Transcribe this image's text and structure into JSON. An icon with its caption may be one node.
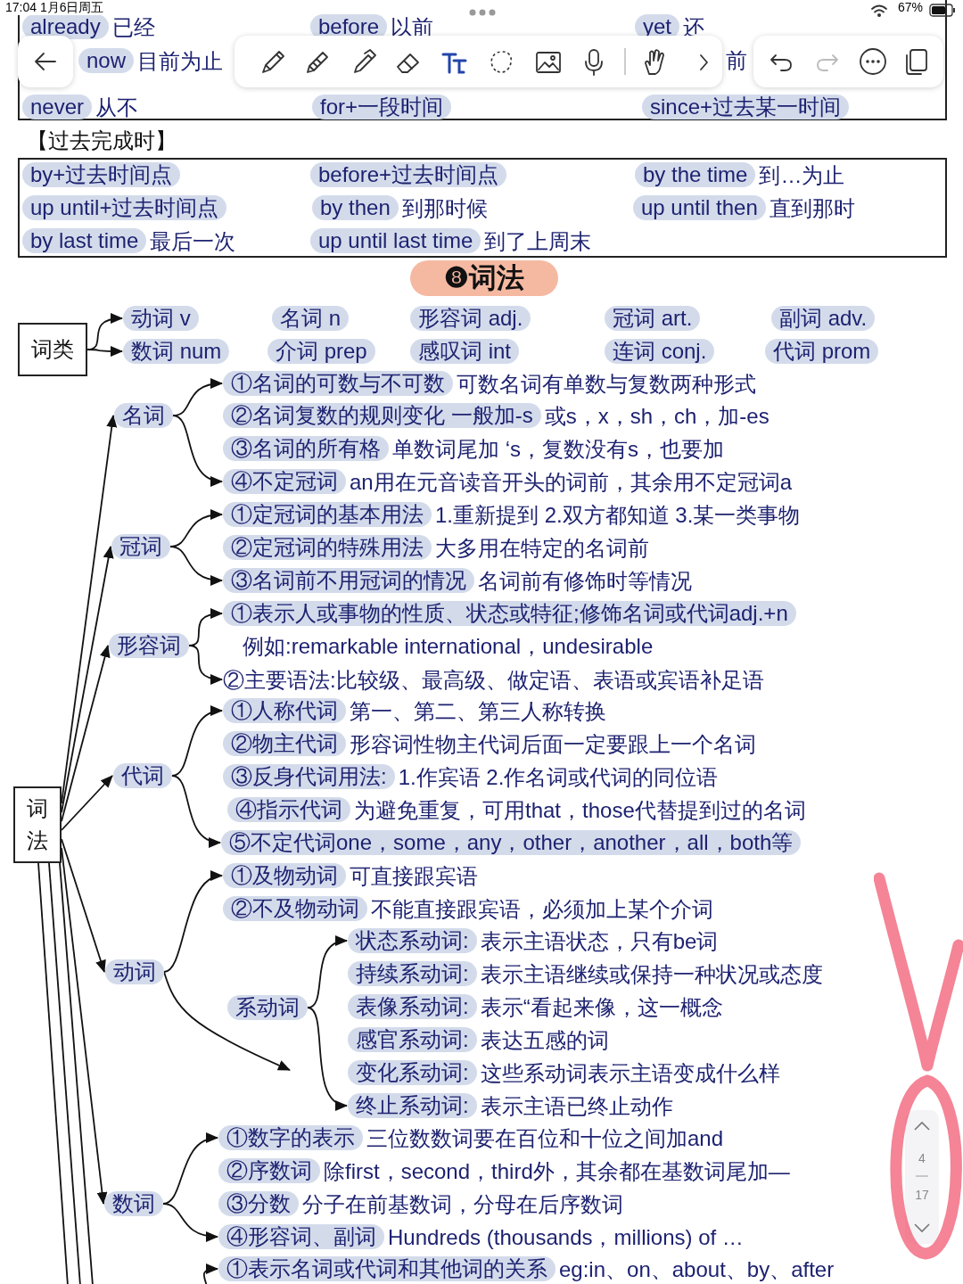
{
  "diagram": {
    "title": "❽词法",
    "nodes": [
      {
        "text": [],
        "shape": "box"
      },
      {
        "text": [
          "already"
        ],
        "beside": [
          "已经"
        ],
        "in": 0
      },
      {
        "text": [
          "before"
        ],
        "beside": [
          "以前"
        ],
        "in": 0
      },
      {
        "text": [
          "yet"
        ],
        "beside": [
          "还"
        ],
        "in": 0
      },
      {
        "text": [
          "now"
        ],
        "beside": [
          "目前为止"
        ],
        "in": 0
      },
      {
        "text": [
          "never"
        ],
        "beside": [
          "从不"
        ],
        "in": 0
      },
      {
        "text": [
          "for+一段时间"
        ],
        "in": 0
      },
      {
        "text": [
          "since+过去某一时间"
        ],
        "in": 0
      },
      {
        "text": [],
        "shape": "box"
      },
      {
        "text": [
          "by+过去时间点"
        ],
        "in": 8
      },
      {
        "text": [
          "before+过去时间点"
        ],
        "in": 8
      },
      {
        "text": [
          "by the time"
        ],
        "beside": [
          "到…为止"
        ],
        "in": 8
      },
      {
        "text": [
          "up until+过去时间点"
        ],
        "in": 8
      },
      {
        "text": [
          "by then"
        ],
        "beside": [
          "到那时候"
        ],
        "in": 8
      },
      {
        "text": [
          "up until then"
        ],
        "beside": [
          "直到那时"
        ],
        "in": 8
      },
      {
        "text": [
          "by last time"
        ],
        "beside": [
          "最后一次"
        ],
        "in": 8
      },
      {
        "text": [
          "up until last time"
        ],
        "beside": [
          "到了上周末"
        ],
        "in": 8
      },
      {
        "text": [
          "词类"
        ]
      },
      {
        "text": [
          "动词 v"
        ]
      },
      {
        "text": [
          "名词 n"
        ]
      },
      {
        "text": [
          "形容词 adj."
        ]
      },
      {
        "text": [
          "冠词 art."
        ]
      },
      {
        "text": [
          "副词 adv."
        ]
      },
      {
        "text": [
          "数词 num"
        ]
      },
      {
        "text": [
          "介词 prep"
        ]
      },
      {
        "text": [
          "感叹词 int"
        ]
      },
      {
        "text": [
          "连词 conj."
        ]
      },
      {
        "text": [
          "代词 prom"
        ]
      },
      {
        "text": [
          "词法"
        ]
      },
      {
        "text": [
          "名词"
        ]
      },
      {
        "text": [
          "①名词的可数与不可数"
        ],
        "beside": [
          "可数名词有单数与复数两种形式"
        ]
      },
      {
        "text": [
          "②名词复数的规则变化 一般加-s"
        ],
        "beside": [
          "或s，x，sh，ch，加-es"
        ]
      },
      {
        "text": [
          "③名词的所有格"
        ],
        "beside": [
          "单数词尾加 ‘s，复数没有s，也要加"
        ]
      },
      {
        "text": [
          "④不定冠词"
        ],
        "beside": [
          "an用在元音读音开头的词前，其余用不定冠词a"
        ]
      },
      {
        "text": [
          "冠词"
        ]
      },
      {
        "text": [
          "①定冠词的基本用法"
        ],
        "beside": [
          "1.重新提到 2.双方都知道 3.某一类事物"
        ]
      },
      {
        "text": [
          "②定冠词的特殊用法"
        ],
        "beside": [
          "大多用在特定的名词前"
        ]
      },
      {
        "text": [
          "③名词前不用冠词的情况"
        ],
        "beside": [
          "名词前有修饰时等情况"
        ]
      },
      {
        "text": [
          "形容词"
        ]
      },
      {
        "text": [
          "①表示人或事物的性质、状态或特征;修饰名词或代词adj.+n"
        ]
      },
      {
        "text": [
          "②主要语法:比较级、最高级、做定语、表语或宾语补足语"
        ]
      },
      {
        "text": [
          "代词"
        ]
      },
      {
        "text": [
          "①人称代词"
        ],
        "beside": [
          "第一、第二、第三人称转换"
        ]
      },
      {
        "text": [
          "②物主代词"
        ],
        "beside": [
          "形容词性物主代词后面一定要跟上一个名词"
        ]
      },
      {
        "text": [
          "③反身代词用法:"
        ],
        "beside": [
          "1.作宾语 2.作名词或代词的同位语"
        ]
      },
      {
        "text": [
          "④指示代词"
        ],
        "beside": [
          "为避免重复，可用that，those代替提到过的名词"
        ]
      },
      {
        "text": [
          "⑤不定代词one，some，any，other，another，all，both等"
        ]
      },
      {
        "text": [
          "动词"
        ]
      },
      {
        "text": [
          "①及物动词"
        ],
        "beside": [
          "可直接跟宾语"
        ]
      },
      {
        "text": [
          "②不及物动词"
        ],
        "beside": [
          "不能直接跟宾语，必须加上某个介词"
        ]
      },
      {
        "text": [
          "系动词"
        ]
      },
      {
        "text": [
          "状态系动词:"
        ],
        "beside": [
          "表示主语状态，只有be词"
        ]
      },
      {
        "text": [
          "持续系动词:"
        ],
        "beside": [
          "表示主语继续或保持一种状况或态度"
        ]
      },
      {
        "text": [
          "表像系动词:"
        ],
        "beside": [
          "表示“看起来像，这一概念"
        ]
      },
      {
        "text": [
          "感官系动词:"
        ],
        "beside": [
          "表达五感的词"
        ]
      },
      {
        "text": [
          "变化系动词:"
        ],
        "beside": [
          "这些系动词表示主语变成什么样"
        ]
      },
      {
        "text": [
          "终止系动词:"
        ],
        "beside": [
          "表示主语已终止动作"
        ]
      },
      {
        "text": [
          "数词"
        ]
      },
      {
        "text": [
          "①数字的表示"
        ],
        "beside": [
          "三位数数词要在百位和十位之间加and"
        ]
      },
      {
        "text": [
          "②序数词"
        ],
        "beside": [
          "除first，second，third外，其余都在基数词尾加—"
        ]
      },
      {
        "text": [
          "③分数"
        ],
        "beside": [
          "分子在前基数词，分母在后序数词"
        ]
      },
      {
        "text": [
          "④形容词、副词"
        ],
        "beside": [
          "Hundreds (thousands，millions) of …"
        ]
      },
      {
        "text": [
          "①表示名词或代词和其他词的关系"
        ],
        "beside": [
          "eg:in、on、about、by、after"
        ]
      }
    ],
    "edges": [
      {
        "from": 17,
        "to": 18,
        "arrow": "to"
      },
      {
        "from": 17,
        "to": 23,
        "arrow": "to"
      },
      {
        "from": 28,
        "to": 29,
        "arrow": "to"
      },
      {
        "from": 28,
        "to": 34,
        "arrow": "to"
      },
      {
        "from": 28,
        "to": 38,
        "arrow": "to"
      },
      {
        "from": 28,
        "to": 41,
        "arrow": "to"
      },
      {
        "from": 28,
        "to": 47,
        "arrow": "to"
      },
      {
        "from": 28,
        "to": 57,
        "arrow": "to"
      },
      {
        "from": 28,
        "to": null,
        "arrow": "none"
      },
      {
        "from": 28,
        "to": null,
        "arrow": "none"
      },
      {
        "from": 28,
        "to": null,
        "arrow": "none"
      },
      {
        "from": 29,
        "to": 30,
        "arrow": "to"
      },
      {
        "from": 29,
        "to": 33,
        "arrow": "to"
      },
      {
        "from": 34,
        "to": 35,
        "arrow": "to"
      },
      {
        "from": 34,
        "to": 37,
        "arrow": "to"
      },
      {
        "from": 38,
        "to": 39,
        "arrow": "to"
      },
      {
        "from": 38,
        "to": 40,
        "arrow": "to"
      },
      {
        "from": 41,
        "to": 42,
        "arrow": "to"
      },
      {
        "from": 41,
        "to": 46,
        "arrow": "to"
      },
      {
        "from": 47,
        "to": 48,
        "arrow": "to"
      },
      {
        "from": 47,
        "to": null,
        "arrow": "to"
      },
      {
        "from": 50,
        "to": 51,
        "arrow": "to"
      },
      {
        "from": 50,
        "to": 56,
        "arrow": "to"
      },
      {
        "from": 57,
        "to": 58,
        "arrow": "to"
      },
      {
        "from": 57,
        "to": 61,
        "arrow": "to"
      },
      {
        "from": null,
        "to": 62,
        "arrow": "to"
      }
    ],
    "labels": [
      "17:04 1月6日周五",
      "67%",
      "前",
      "【过去完成时】",
      "例如:remarkable international，undesirable",
      "4",
      "17"
    ]
  }
}
